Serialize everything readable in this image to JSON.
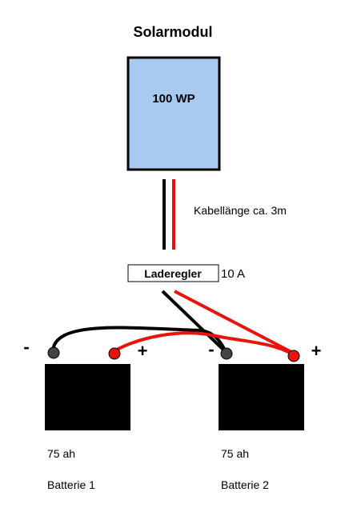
{
  "title": "Solarmodul",
  "panel": {
    "label": "100 WP",
    "fill_color": "#a8caf0"
  },
  "cable": {
    "length_label": "Kabellänge ca. 3m"
  },
  "controller": {
    "label": "Laderegler",
    "current": "10 A"
  },
  "batteries": [
    {
      "capacity": "75 ah",
      "name": "Batterie 1"
    },
    {
      "capacity": "75 ah",
      "name": "Batterie 2"
    }
  ],
  "terminals": {
    "negative_sign": "-",
    "positive_sign": "+"
  },
  "colors": {
    "positive_wire": "#e8140c",
    "negative_wire": "#000000",
    "battery": "#000000",
    "negative_terminal": "#444444"
  }
}
